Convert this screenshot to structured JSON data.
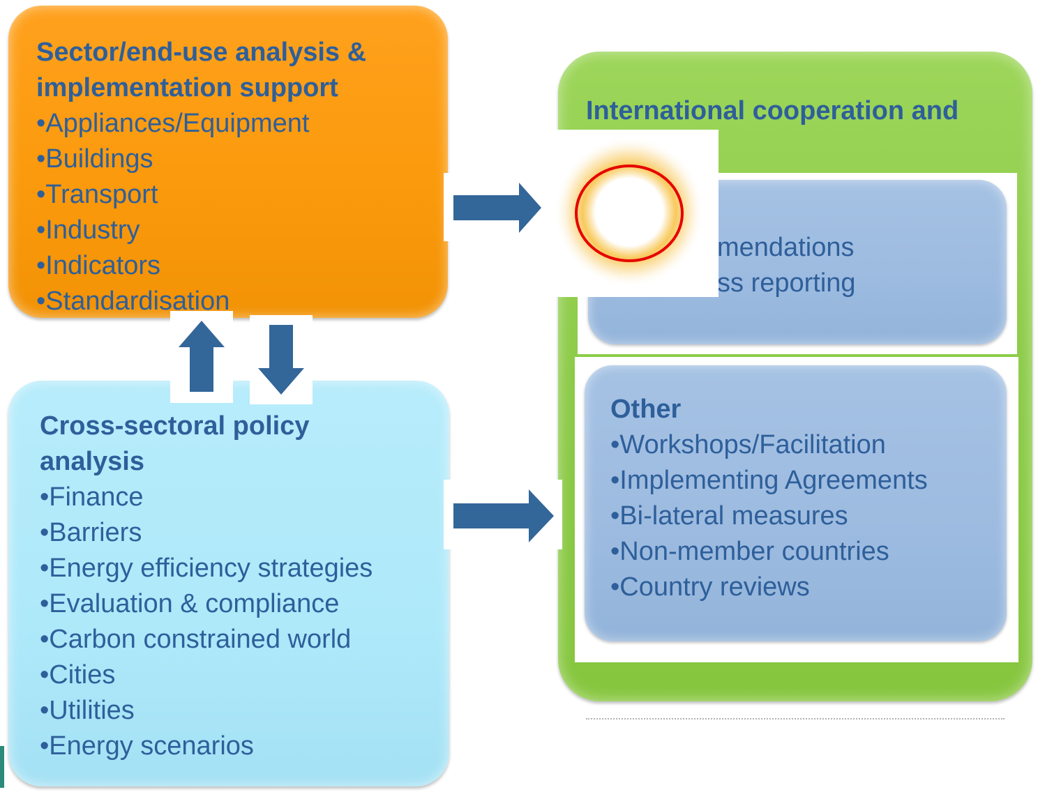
{
  "sector_box": {
    "title_line1": "Sector/end-use analysis &",
    "title_line2": "implementation support",
    "items": [
      "•Appliances/Equipment",
      "•Buildings",
      "•Transport",
      "•Industry",
      "•Indicators",
      "•Standardisation"
    ]
  },
  "cross_box": {
    "title_line1": "Cross-sectoral policy",
    "title_line2": "analysis",
    "items": [
      "•Finance",
      "•Barriers",
      "•Energy efficiency strategies",
      "•Evaluation & compliance",
      "•Carbon constrained world",
      "•Cities",
      "•Utilities",
      "•Energy scenarios"
    ]
  },
  "intl_box": {
    "title": "International cooperation and"
  },
  "recs_box": {
    "items": [
      "mendations",
      "ss reporting"
    ]
  },
  "other_box": {
    "title": "Other",
    "items": [
      "•Workshops/Facilitation",
      "•Implementing Agreements",
      "•Bi-lateral measures",
      "•Non-member countries",
      "•Country reviews"
    ]
  },
  "colors": {
    "orange_box": "#fb9a0c",
    "light_blue_box": "#aee9fa",
    "green_box": "#8ccb48",
    "inner_blue_box": "#9dbbe0",
    "text_blue": "#2e5f9a",
    "arrow_blue": "#336699",
    "highlight_ring": "#e60000"
  }
}
